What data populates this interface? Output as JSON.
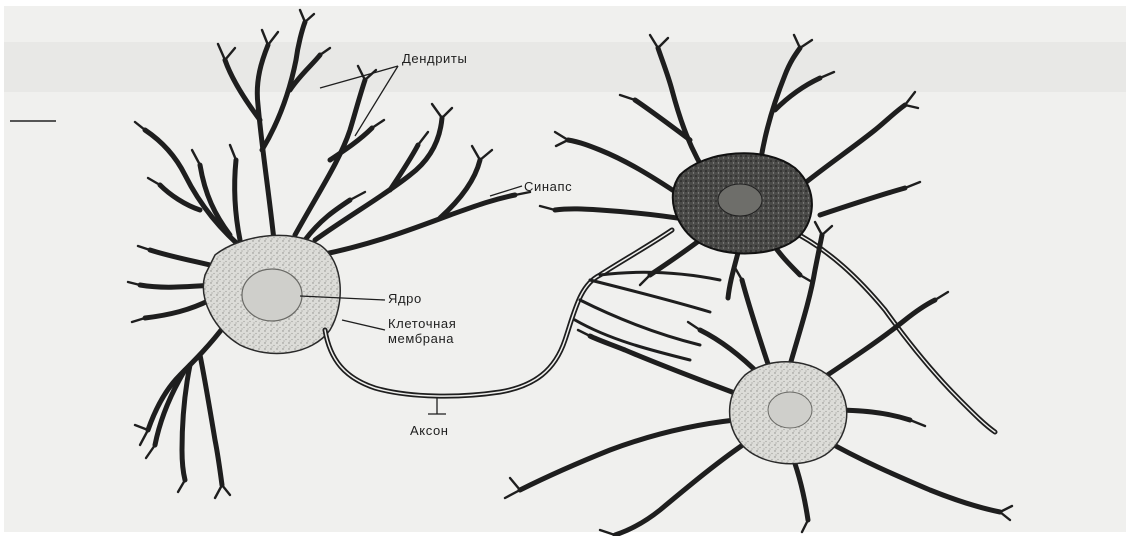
{
  "labels": {
    "dendrites": "Дендриты",
    "synapse": "Синапс",
    "nucleus": "Ядро",
    "membrane_line1": "Клеточная",
    "membrane_line2": "мембрана",
    "axon": "Аксон"
  },
  "colors": {
    "background": "#ffffff",
    "paper": "#f0f0ee",
    "ink": "#1e1e1e",
    "cell_fill": "#ddddd9",
    "dark_cell_fill": "#3e3e3e"
  }
}
